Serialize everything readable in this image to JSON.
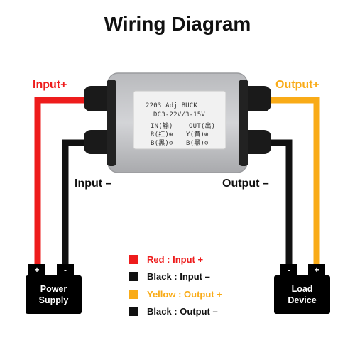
{
  "title": "Wiring Diagram",
  "colors": {
    "red": "#ee1c1c",
    "black": "#111111",
    "yellow": "#f9ab17",
    "module_body": "#c9cacd",
    "module_label": "#f1f1f1"
  },
  "labels": {
    "input_plus": "Input+",
    "input_minus": "Input –",
    "output_plus": "Output+",
    "output_minus": "Output –"
  },
  "power_supply": {
    "line1": "Power",
    "line2": "Supply",
    "plus": "+",
    "minus": "-"
  },
  "load_device": {
    "line1": "Load",
    "line2": "Device",
    "plus": "+",
    "minus": "-"
  },
  "module": {
    "model": "2203  Adj  BUCK",
    "spec": "DC3-22V/3-15V",
    "in": "IN(输)",
    "out": "OUT(出)",
    "r": "R(红)⊕",
    "y": "Y(黄)⊕",
    "b_in": "B(黑)⊖",
    "b_out": "B(黑)⊖"
  },
  "legend": [
    {
      "color": "#ee1c1c",
      "text": "Red : Input +",
      "text_color": "#ee1c1c"
    },
    {
      "color": "#111111",
      "text": "Black : Input –",
      "text_color": "#111111"
    },
    {
      "color": "#f9ab17",
      "text": "Yellow : Output +",
      "text_color": "#f9ab17"
    },
    {
      "color": "#111111",
      "text": "Black : Output –",
      "text_color": "#111111"
    }
  ]
}
